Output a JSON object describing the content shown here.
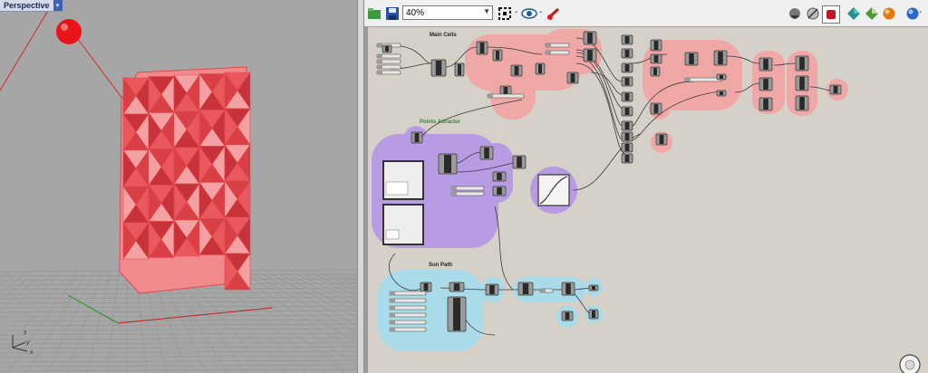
{
  "rhino": {
    "viewport_label": "Perspective",
    "dropdown_icon": "triangle-down-icon",
    "axis_labels": {
      "x": "x",
      "y": "y",
      "z": "z"
    },
    "colors": {
      "mesh": "#e3474d",
      "attractor": "#e8141a",
      "grid": "#8f8f8f"
    }
  },
  "grasshopper": {
    "toolbar": {
      "zoom_value": "40%",
      "icons": [
        "open-file-icon",
        "save-icon",
        "zoom-extents-icon",
        "preview-eye-icon",
        "sketch-icon",
        "preview-shaded-icon",
        "preview-wire-icon",
        "preview-selected-icon",
        "material-icon",
        "render-icon",
        "sphere-icon"
      ]
    },
    "groups": {
      "main_cells": "Main Cells",
      "points_attractor": "Points Attractor",
      "sun_path": "Sun Path"
    },
    "colors": {
      "pink_group": "#f0a8a6",
      "purple_group": "#b79be3",
      "blue_group": "#a9dbe8",
      "label_green": "#2e8b2e"
    }
  }
}
